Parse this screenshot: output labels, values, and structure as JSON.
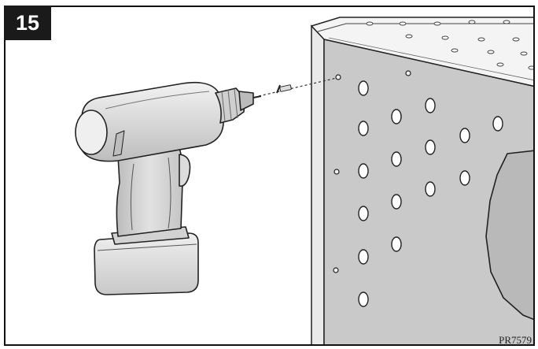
{
  "step": {
    "number": "15"
  },
  "figure": {
    "part_number": "PR7579"
  },
  "icons": {
    "drill": "cordless-drill-icon",
    "screw": "screw-icon",
    "panel": "perforated-panel",
    "cutout": "octagonal-cutout"
  },
  "colors": {
    "panel_fill": "#c9c9c9",
    "panel_side": "#e9e9e9",
    "top_fill": "#f4f4f4",
    "line": "#222222",
    "badge": "#1a1a1a"
  }
}
